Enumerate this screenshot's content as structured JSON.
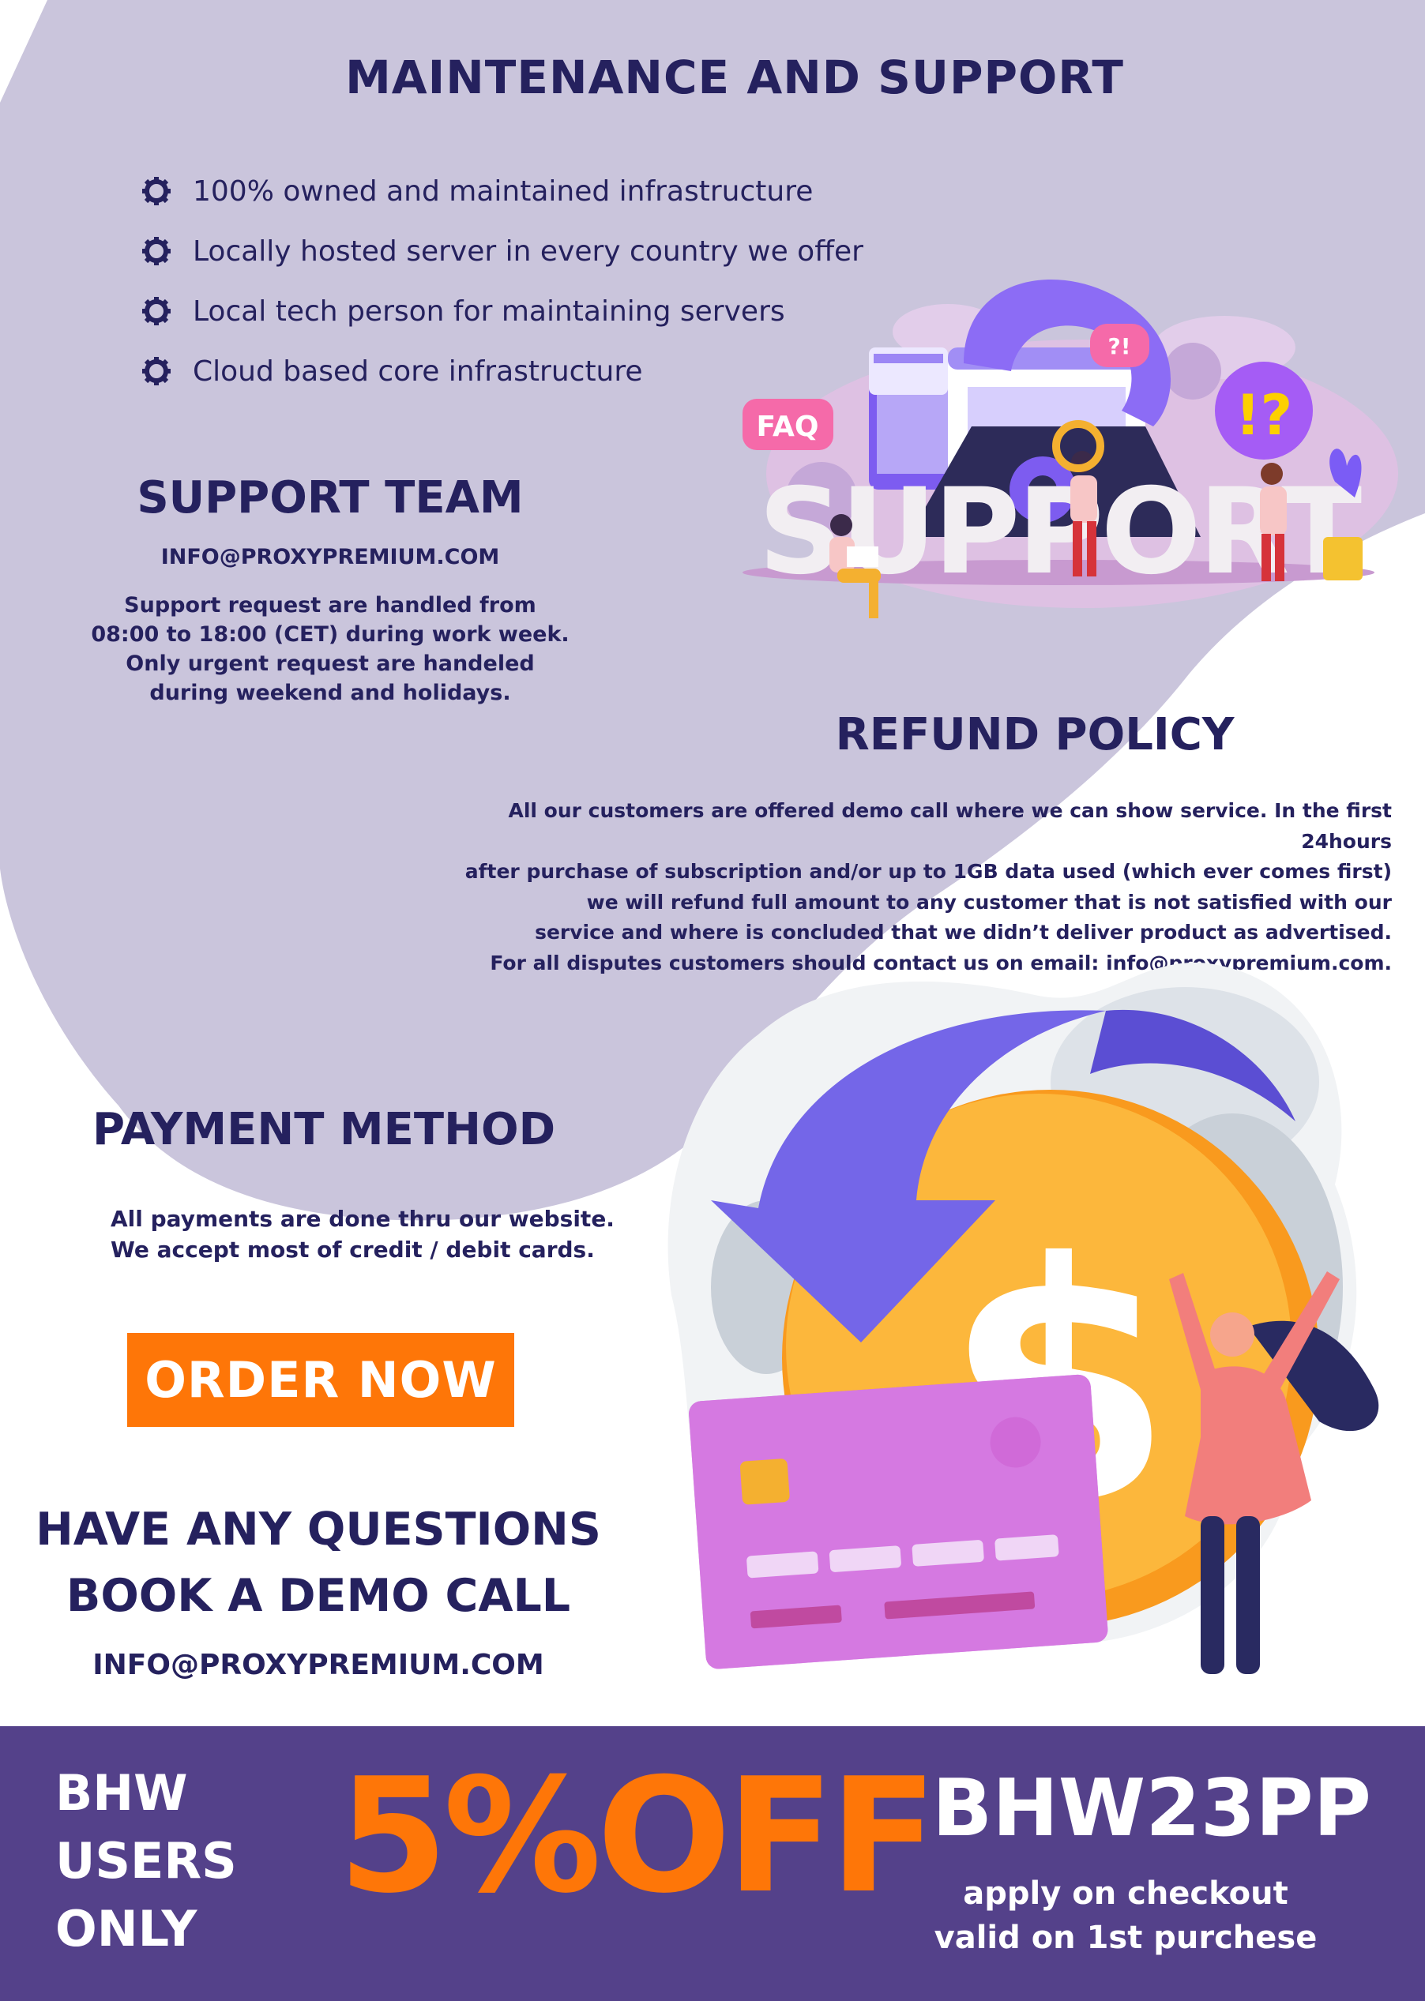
{
  "colors": {
    "navy": "#25215e",
    "lavender": "#cac5dc",
    "orange": "#fe7608",
    "promo_bg": "#54418a",
    "white": "#ffffff"
  },
  "maintenance": {
    "title": "MAINTENANCE AND SUPPORT",
    "bullet_icon": "gear-icon",
    "bullets": [
      "100% owned and maintained infrastructure",
      "Locally hosted server in every country we offer",
      "Local tech person for maintaining servers",
      "Cloud based core infrastructure"
    ]
  },
  "illustration_support": {
    "faq": "FAQ",
    "question_bubble": "?!",
    "exclaim_bubble": "!?",
    "word": "SUPPORT"
  },
  "support_team": {
    "title": "SUPPORT TEAM",
    "email": "INFO@PROXYPREMIUM.COM",
    "lines": [
      "Support request are handled from",
      "08:00 to 18:00 (CET) during work week.",
      "Only urgent request are handeled",
      "during weekend and holidays."
    ]
  },
  "refund": {
    "title": "REFUND POLICY",
    "lines": [
      "All our customers are offered demo call where we can show service. In the first 24hours",
      "after purchase of subscription and/or up to 1GB data used (which ever comes first)",
      "we will refund full amount to any customer that is not satisfied with our",
      "service and where is concluded that we didn’t deliver product as advertised.",
      "For all disputes customers should contact us on email: info@proxypremium.com."
    ]
  },
  "payment": {
    "title": "PAYMENT METHOD",
    "lines": [
      "All payments are done thru our website.",
      "We accept most of credit / debit cards."
    ],
    "illustration_symbol": "$"
  },
  "order_button": "ORDER NOW",
  "demo": {
    "line1": "HAVE ANY QUESTIONS",
    "line2": "BOOK A DEMO CALL",
    "email": "INFO@PROXYPREMIUM.COM"
  },
  "promo": {
    "audience": [
      "BHW",
      "USERS",
      "ONLY"
    ],
    "discount": "5%OFF",
    "code": "BHW23PP",
    "notes": [
      "apply on checkout",
      "valid on 1st purchese"
    ]
  }
}
